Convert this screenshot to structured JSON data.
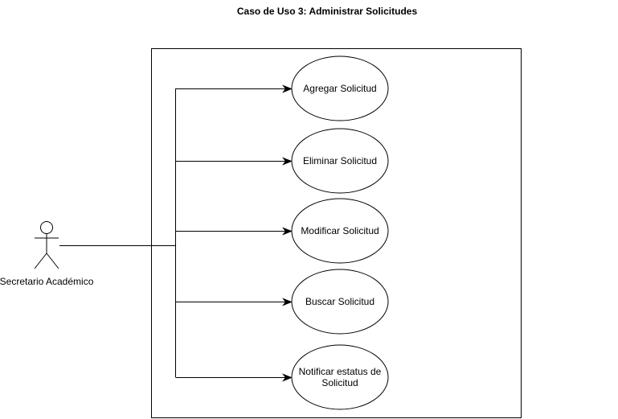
{
  "diagram": {
    "title": "Caso de Uso 3: Administrar Solicitudes",
    "actor": {
      "label": "Secretario Académico"
    },
    "use_cases": [
      {
        "lines": [
          "Agregar Solicitud"
        ]
      },
      {
        "lines": [
          "Eliminar Solicitud"
        ]
      },
      {
        "lines": [
          "Modificar Solicitud"
        ]
      },
      {
        "lines": [
          "Buscar Solicitud"
        ]
      },
      {
        "lines": [
          "Notificar estatus de",
          "Solicitud"
        ]
      }
    ]
  }
}
